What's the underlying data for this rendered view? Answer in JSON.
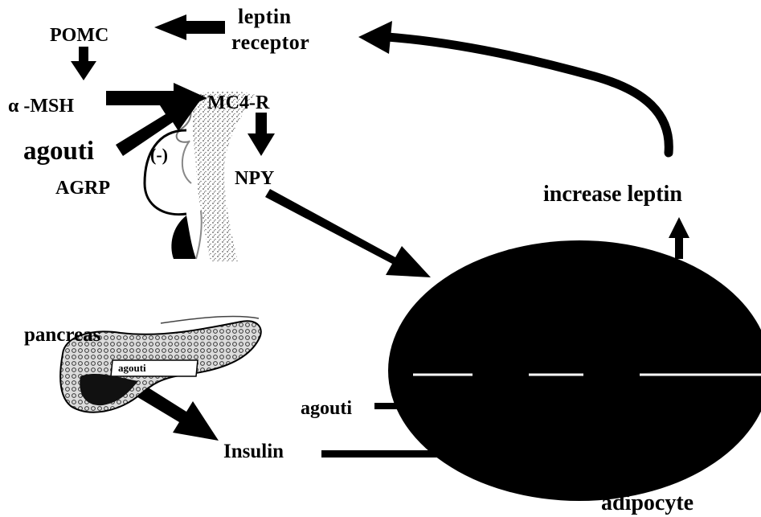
{
  "labels": {
    "pomc": "POMC",
    "leptin": "leptin",
    "receptor": "receptor",
    "alpha_msh": "α -MSH",
    "mc4r": "MC4-R",
    "inhibit": "(-)",
    "agouti_brain": "agouti",
    "agrp": "AGRP",
    "npy": "NPY",
    "increase_leptin": "increase leptin",
    "pancreas": "pancreas",
    "agouti_pancreas": "agouti",
    "agouti_adipocyte": "agouti",
    "insulin": "Insulin",
    "adipocyte": "adipocyte"
  },
  "colors": {
    "ink": "#000000",
    "background": "#ffffff",
    "brain_stipple": "#9a9a9a",
    "pancreas_fill": "#cfcfcf"
  }
}
